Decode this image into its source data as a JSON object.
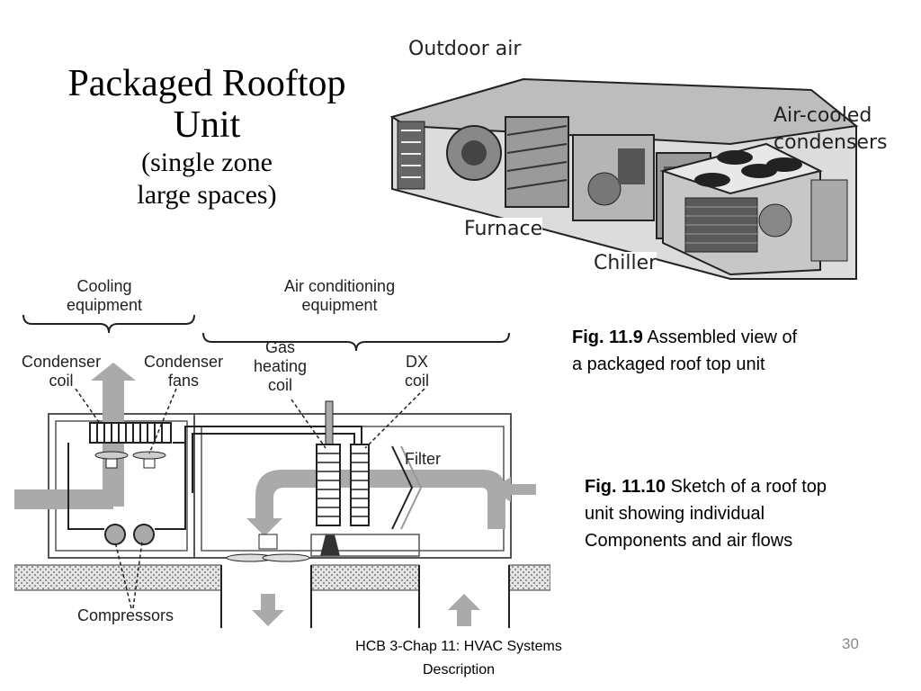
{
  "title": {
    "main": "Packaged Rooftop Unit",
    "sub_line1": "(single zone",
    "sub_line2": "large spaces)"
  },
  "photo_labels": {
    "outdoor_air": "Outdoor air",
    "air_cooled_line1": "Air-cooled",
    "air_cooled_line2": "condensers",
    "furnace": "Furnace",
    "chiller": "Chiller"
  },
  "sketch_labels": {
    "cooling_line1": "Cooling",
    "cooling_line2": "equipment",
    "ac_line1": "Air conditioning",
    "ac_line2": "equipment",
    "condenser_coil_line1": "Condenser",
    "condenser_coil_line2": "coil",
    "condenser_fans_line1": "Condenser",
    "condenser_fans_line2": "fans",
    "gas_line1": "Gas",
    "gas_line2": "heating",
    "gas_line3": "coil",
    "dx_line1": "DX",
    "dx_line2": "coil",
    "filter": "Filter",
    "compressors": "Compressors"
  },
  "captions": {
    "fig1_number": "Fig. 11.9",
    "fig1_text_a": " Assembled view of",
    "fig1_text_b": "a packaged roof top unit",
    "fig2_number": "Fig. 11.10",
    "fig2_text_a": " Sketch of a roof top",
    "fig2_text_b": "unit showing individual",
    "fig2_text_c": "Components and air flows"
  },
  "footer": {
    "line1": "HCB 3-Chap 11: HVAC Systems",
    "line2": "Description",
    "page_number": "30"
  }
}
